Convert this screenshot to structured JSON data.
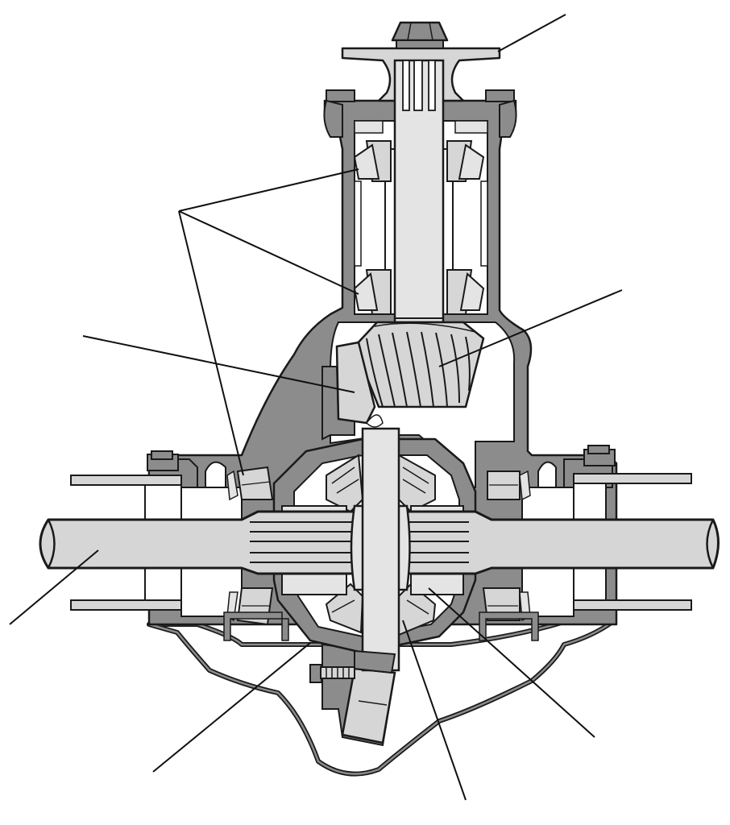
{
  "diagram": {
    "subject": "differential",
    "labels": [],
    "colors": {
      "housing": "#8c8c8c",
      "steel": "#d6d6d6",
      "lightSteel": "#e4e4e4",
      "cavity": "#ffffff",
      "outline": "#1a1a1a",
      "leader": "#111111"
    },
    "parts": [
      "pinion-flange",
      "pinion-nut",
      "pinion-shaft",
      "pinion-bearings",
      "drive-pinion",
      "ring-gear",
      "differential-case",
      "side-bearings",
      "axle-shaft",
      "differential-pinion-shaft",
      "side-gears",
      "spider-gears",
      "rear-cover"
    ]
  }
}
